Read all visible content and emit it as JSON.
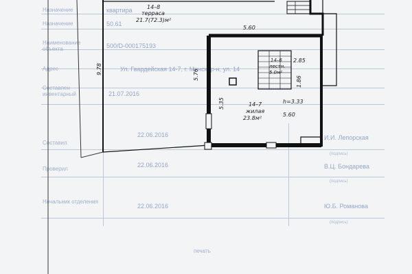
{
  "form": {
    "rows": [
      {
        "label": "Назначение",
        "value": "квартира"
      },
      {
        "label": "Назначение",
        "value": "50.61"
      },
      {
        "label": "Наименование объекта",
        "value": "500/D-000175193"
      },
      {
        "label": "Адрес",
        "value": "Ул. Гвардейская 14-7, г. Минск, р-н, ул. 14"
      },
      {
        "label": "Составлен инвентарный",
        "value": "21.07.2016"
      }
    ],
    "signatures": [
      {
        "role": "Составил",
        "date": "22.06.2016",
        "name": "И.И. Лепорская",
        "sub": "(подпись)"
      },
      {
        "role": "Проверил",
        "date": "22.06.2016",
        "name": "В.Ц. Бондарева",
        "sub": "(подпись)"
      },
      {
        "role": "Начальник отделения",
        "date": "22.06.2016",
        "name": "Ю.Б. Романова",
        "sub": "(подпись)"
      }
    ],
    "footer_ghost": "печать"
  },
  "plan": {
    "terrace": {
      "code": "14–8",
      "name": "терраса",
      "area": "21.7(72.3)м²"
    },
    "living": {
      "code": "14–7",
      "name": "жилая",
      "area": "23.8м²",
      "height": "h=3.33"
    },
    "stair": {
      "code": "14–6",
      "name": "лестн.",
      "area": "5.0м²"
    },
    "dims": {
      "left_height": "9.78",
      "top_width": "5.60",
      "bottom_width": "5.60",
      "wall_576": "5.76",
      "wall_535": "5.35",
      "stair_right": "2.85",
      "stair_right_lower": "1.86"
    }
  }
}
